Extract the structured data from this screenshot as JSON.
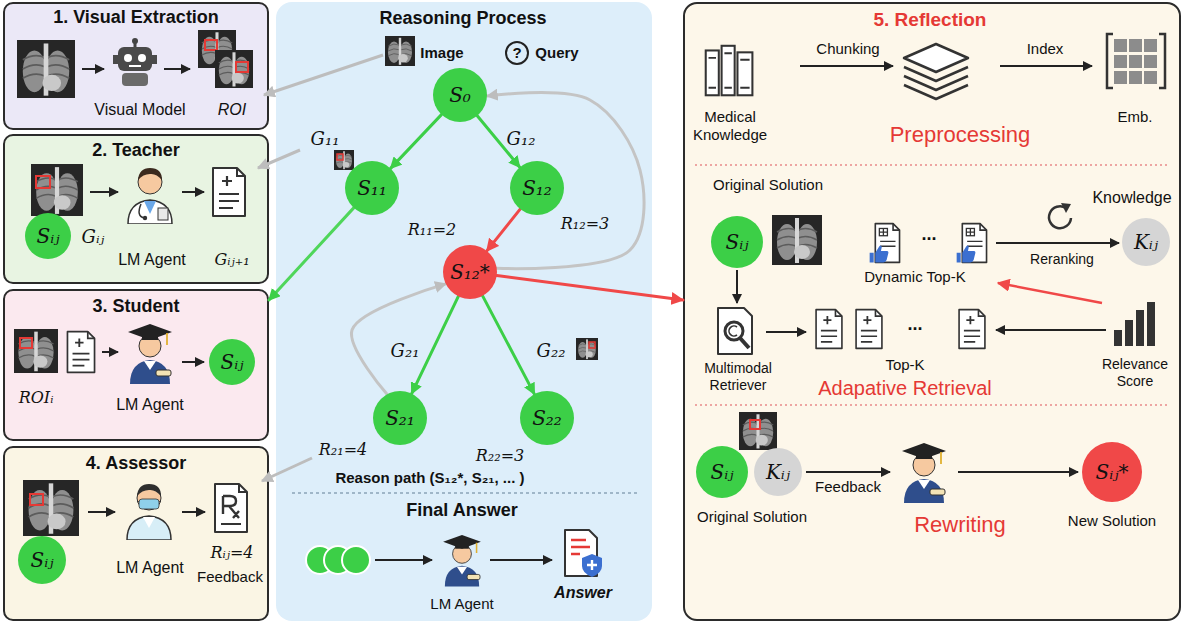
{
  "diagram": {
    "nodes": [
      {
        "text": [
          "1. Visual Extraction",
          "Visual Model",
          "ROI"
        ]
      },
      {
        "text": [
          "2. Teacher",
          "Gᵢⱼ",
          "LM Agent",
          "Gᵢⱼ₊₁"
        ]
      },
      {
        "text": [
          "Sᵢⱼ"
        ],
        "in": 1
      },
      {
        "text": [
          "3. Student",
          "ROIᵢ",
          "LM Agent"
        ]
      },
      {
        "text": [
          "Sᵢⱼ"
        ],
        "in": 3
      },
      {
        "text": [
          "4. Assessor",
          "LM Agent",
          "Rᵢⱼ=4",
          "Feedback"
        ]
      },
      {
        "text": [
          "Sᵢⱼ"
        ],
        "in": 5
      },
      {
        "text": [
          "Reasoning Process",
          "Image",
          "?",
          "Query",
          "R₁₁=2",
          "R₁₂=3",
          "R₂₁=4",
          "R₂₂=3",
          "Reason path (S₁₂*, S₂₁, ... )",
          "Final Answer",
          "LM Agent",
          "Answer"
        ]
      },
      {
        "text": [
          "S₀"
        ],
        "in": 7
      },
      {
        "text": [
          "S₁₁"
        ],
        "in": 7
      },
      {
        "text": [
          "S₁₂"
        ],
        "in": 7
      },
      {
        "text": [
          "S₁₂*"
        ],
        "in": 7
      },
      {
        "text": [
          "S₂₁"
        ],
        "in": 7
      },
      {
        "text": [
          "S₂₂"
        ],
        "in": 7
      },
      {
        "text": [
          "5. Reflection",
          "Medical Knowledge",
          "Chunking",
          "Preprocessing",
          "Index",
          "Emb.",
          "Original Solution",
          "Knowledge",
          "...",
          "Dynamic Top-K",
          "Reranking",
          "Multimodal Retriever",
          "...",
          "Top-K",
          "Adapative Retrieval",
          "Relevance Score",
          "Original Solution",
          "Feedback",
          "Rewriting",
          "New Solution"
        ]
      },
      {
        "text": [
          "Sᵢⱼ"
        ],
        "in": 14
      },
      {
        "text": [
          "Kᵢⱼ"
        ],
        "in": 14
      },
      {
        "text": [
          "Sᵢⱼ"
        ],
        "in": 14
      },
      {
        "text": [
          "Kᵢⱼ"
        ],
        "in": 14
      },
      {
        "text": [
          "Sᵢⱼ*"
        ],
        "in": 14
      }
    ],
    "edges": [
      {
        "from": 8,
        "to": 9,
        "label": "G₁₁",
        "arrow": "to"
      },
      {
        "from": 8,
        "to": 10,
        "label": "G₁₂",
        "arrow": "to"
      },
      {
        "from": 10,
        "to": 11,
        "arrow": "to"
      },
      {
        "from": 11,
        "to": 12,
        "label": "G₂₁",
        "arrow": "to"
      },
      {
        "from": 11,
        "to": 13,
        "label": "G₂₂",
        "arrow": "to"
      },
      {
        "from": 11,
        "to": 8,
        "arrow": "to"
      },
      {
        "from": 12,
        "to": 11,
        "arrow": "to"
      },
      {
        "from": 9,
        "to": 3,
        "arrow": "to"
      },
      {
        "from": 11,
        "to": 14,
        "arrow": "to"
      }
    ]
  }
}
